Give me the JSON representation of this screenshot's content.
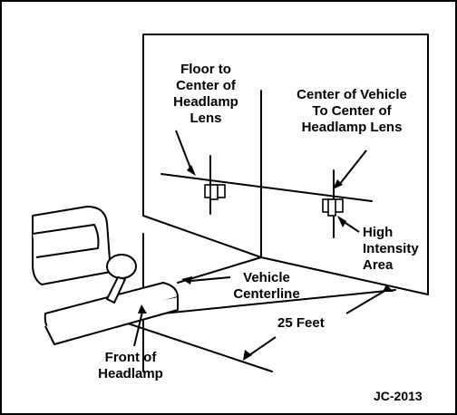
{
  "labels": {
    "floor_to_center": [
      "Floor to",
      "Center of",
      "Headlamp",
      "Lens"
    ],
    "center_vehicle": [
      "Center of Vehicle",
      "To Center of",
      "Headlamp Lens"
    ],
    "high_intensity": [
      "High",
      "Intensity",
      "Area"
    ],
    "vehicle_centerline": [
      "Vehicle",
      "Centerline"
    ],
    "distance": "25 Feet",
    "front_headlamp": [
      "Front of",
      "Headlamp"
    ],
    "figure_code": "JC-2013"
  },
  "colors": {
    "ink": "#000000",
    "background": "#ffffff"
  }
}
